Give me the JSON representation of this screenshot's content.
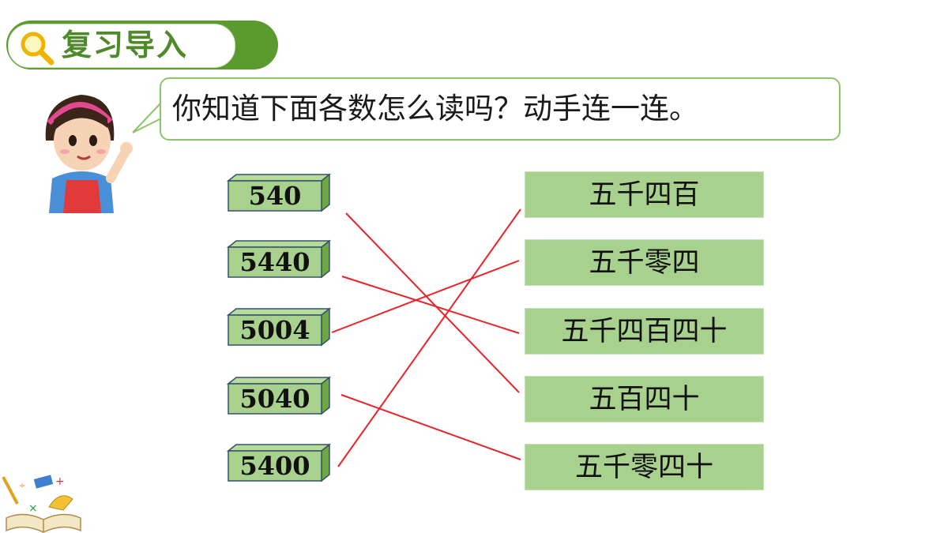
{
  "header": {
    "title": "复习导入"
  },
  "prompt": {
    "text": "你知道下面各数怎么读吗？动手连一连。"
  },
  "numbers": [
    "540",
    "5440",
    "5004",
    "5040",
    "5400"
  ],
  "words": [
    "五千四百",
    "五千零四",
    "五千四百四十",
    "五百四十",
    "五千零四十"
  ],
  "colors": {
    "accent": "#5a9a2e",
    "box": "#a9d18e",
    "line": "#e8242a"
  }
}
